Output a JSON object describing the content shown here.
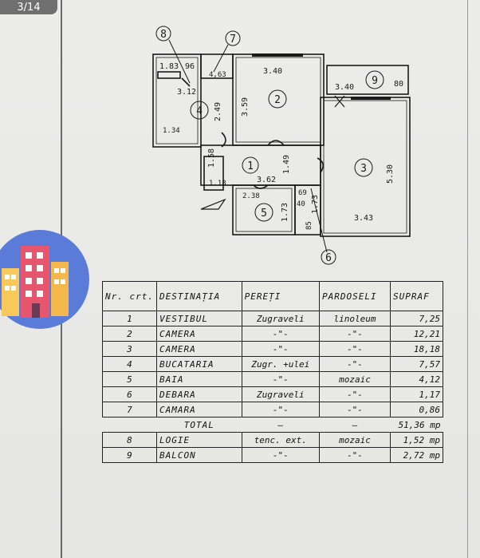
{
  "page_counter": "3/14",
  "plan": {
    "markers": [
      "8",
      "7",
      "1",
      "2",
      "3",
      "4",
      "5",
      "6",
      "9"
    ],
    "dims": {
      "d183": "1.83",
      "d96": "96",
      "d340a": "3.40",
      "d340b": "3.40",
      "d80": "80",
      "d463": "4,63",
      "d312": "3.12",
      "d249": "2.49",
      "d359": "3.59",
      "d530": "5.30",
      "d134": "1.34",
      "d158": "1.58",
      "d362": "3.62",
      "d149": "1.49",
      "d118": "1.18",
      "d238": "2.38",
      "d173a": "1.73",
      "d69": "69",
      "d40": "40",
      "d173b": "1.73",
      "d85": "85",
      "d343": "3.43"
    }
  },
  "table": {
    "headers": {
      "nr": "Nr. crt.",
      "dest": "DESTINAȚIA",
      "pereti": "PEREȚI",
      "pardoseli": "PARDOSELI",
      "supraf": "SUPRAF"
    },
    "rows": [
      {
        "nr": "1",
        "dest": "VESTIBUL",
        "pereti": "Zugraveli",
        "pardoseli": "linoleum",
        "supraf": "7,25"
      },
      {
        "nr": "2",
        "dest": "CAMERA",
        "pereti": "-\"-",
        "pardoseli": "-\"-",
        "supraf": "12,21"
      },
      {
        "nr": "3",
        "dest": "CAMERA",
        "pereti": "-\"-",
        "pardoseli": "-\"-",
        "supraf": "18,18"
      },
      {
        "nr": "4",
        "dest": "BUCATARIA",
        "pereti": "Zugr. +ulei",
        "pardoseli": "-\"-",
        "supraf": "7,57"
      },
      {
        "nr": "5",
        "dest": "BAIA",
        "pereti": "-\"-",
        "pardoseli": "mozaic",
        "supraf": "4,12"
      },
      {
        "nr": "6",
        "dest": "DEBARA",
        "pereti": "Zugraveli",
        "pardoseli": "-\"-",
        "supraf": "1,17"
      },
      {
        "nr": "7",
        "dest": "CAMARA",
        "pereti": "-\"-",
        "pardoseli": "-\"-",
        "supraf": "0,86"
      }
    ],
    "total": {
      "label": "TOTAL",
      "pereti": "—",
      "pardoseli": "—",
      "supraf": "51,36 mp"
    },
    "extra": [
      {
        "nr": "8",
        "dest": "LOGIE",
        "pereti": "tenc. ext.",
        "pardoseli": "mozaic",
        "supraf": "1,52 mp"
      },
      {
        "nr": "9",
        "dest": "BALCON",
        "pereti": "-\"-",
        "pardoseli": "-\"-",
        "supraf": "2,72 mp"
      }
    ]
  }
}
